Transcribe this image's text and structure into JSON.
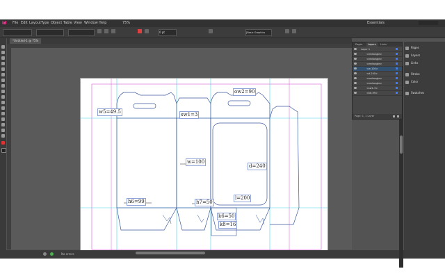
{
  "app": {
    "logo": "Id",
    "workspace": "Essentials"
  },
  "menu": [
    "File",
    "Edit",
    "Layout",
    "Type",
    "Object",
    "Table",
    "View",
    "Window",
    "Help"
  ],
  "zoom_label": "75%",
  "control": {
    "stroke_weight": "0 pt",
    "font_style": "[Basic Graphics Frame]"
  },
  "document_tab": "*Untitled-1 @ 75%",
  "layers_panel": {
    "tabs": [
      "Pages",
      "Layers",
      "Links"
    ],
    "layer_title": "Layer 1",
    "rows": [
      "<rectangle>",
      "<rectangle>",
      "<rectangle>",
      "<w-100>",
      "<d-240>",
      "<rectangle>",
      "<rectangle>",
      "<sw1-3>",
      "<h6-99>"
    ],
    "footer": "Page: 1, 1 Layer"
  },
  "side_panels": [
    "Pages",
    "Layers",
    "Links",
    "Stroke",
    "Color",
    "Swatches"
  ],
  "status": {
    "preflight": "No errors"
  },
  "dimensions": [
    "ow2=90",
    "w5=49.5",
    "sw1=3",
    "w=100",
    "d=240",
    "h6=99",
    "h7=50",
    "l=200",
    "k6=50",
    "k8=16"
  ]
}
